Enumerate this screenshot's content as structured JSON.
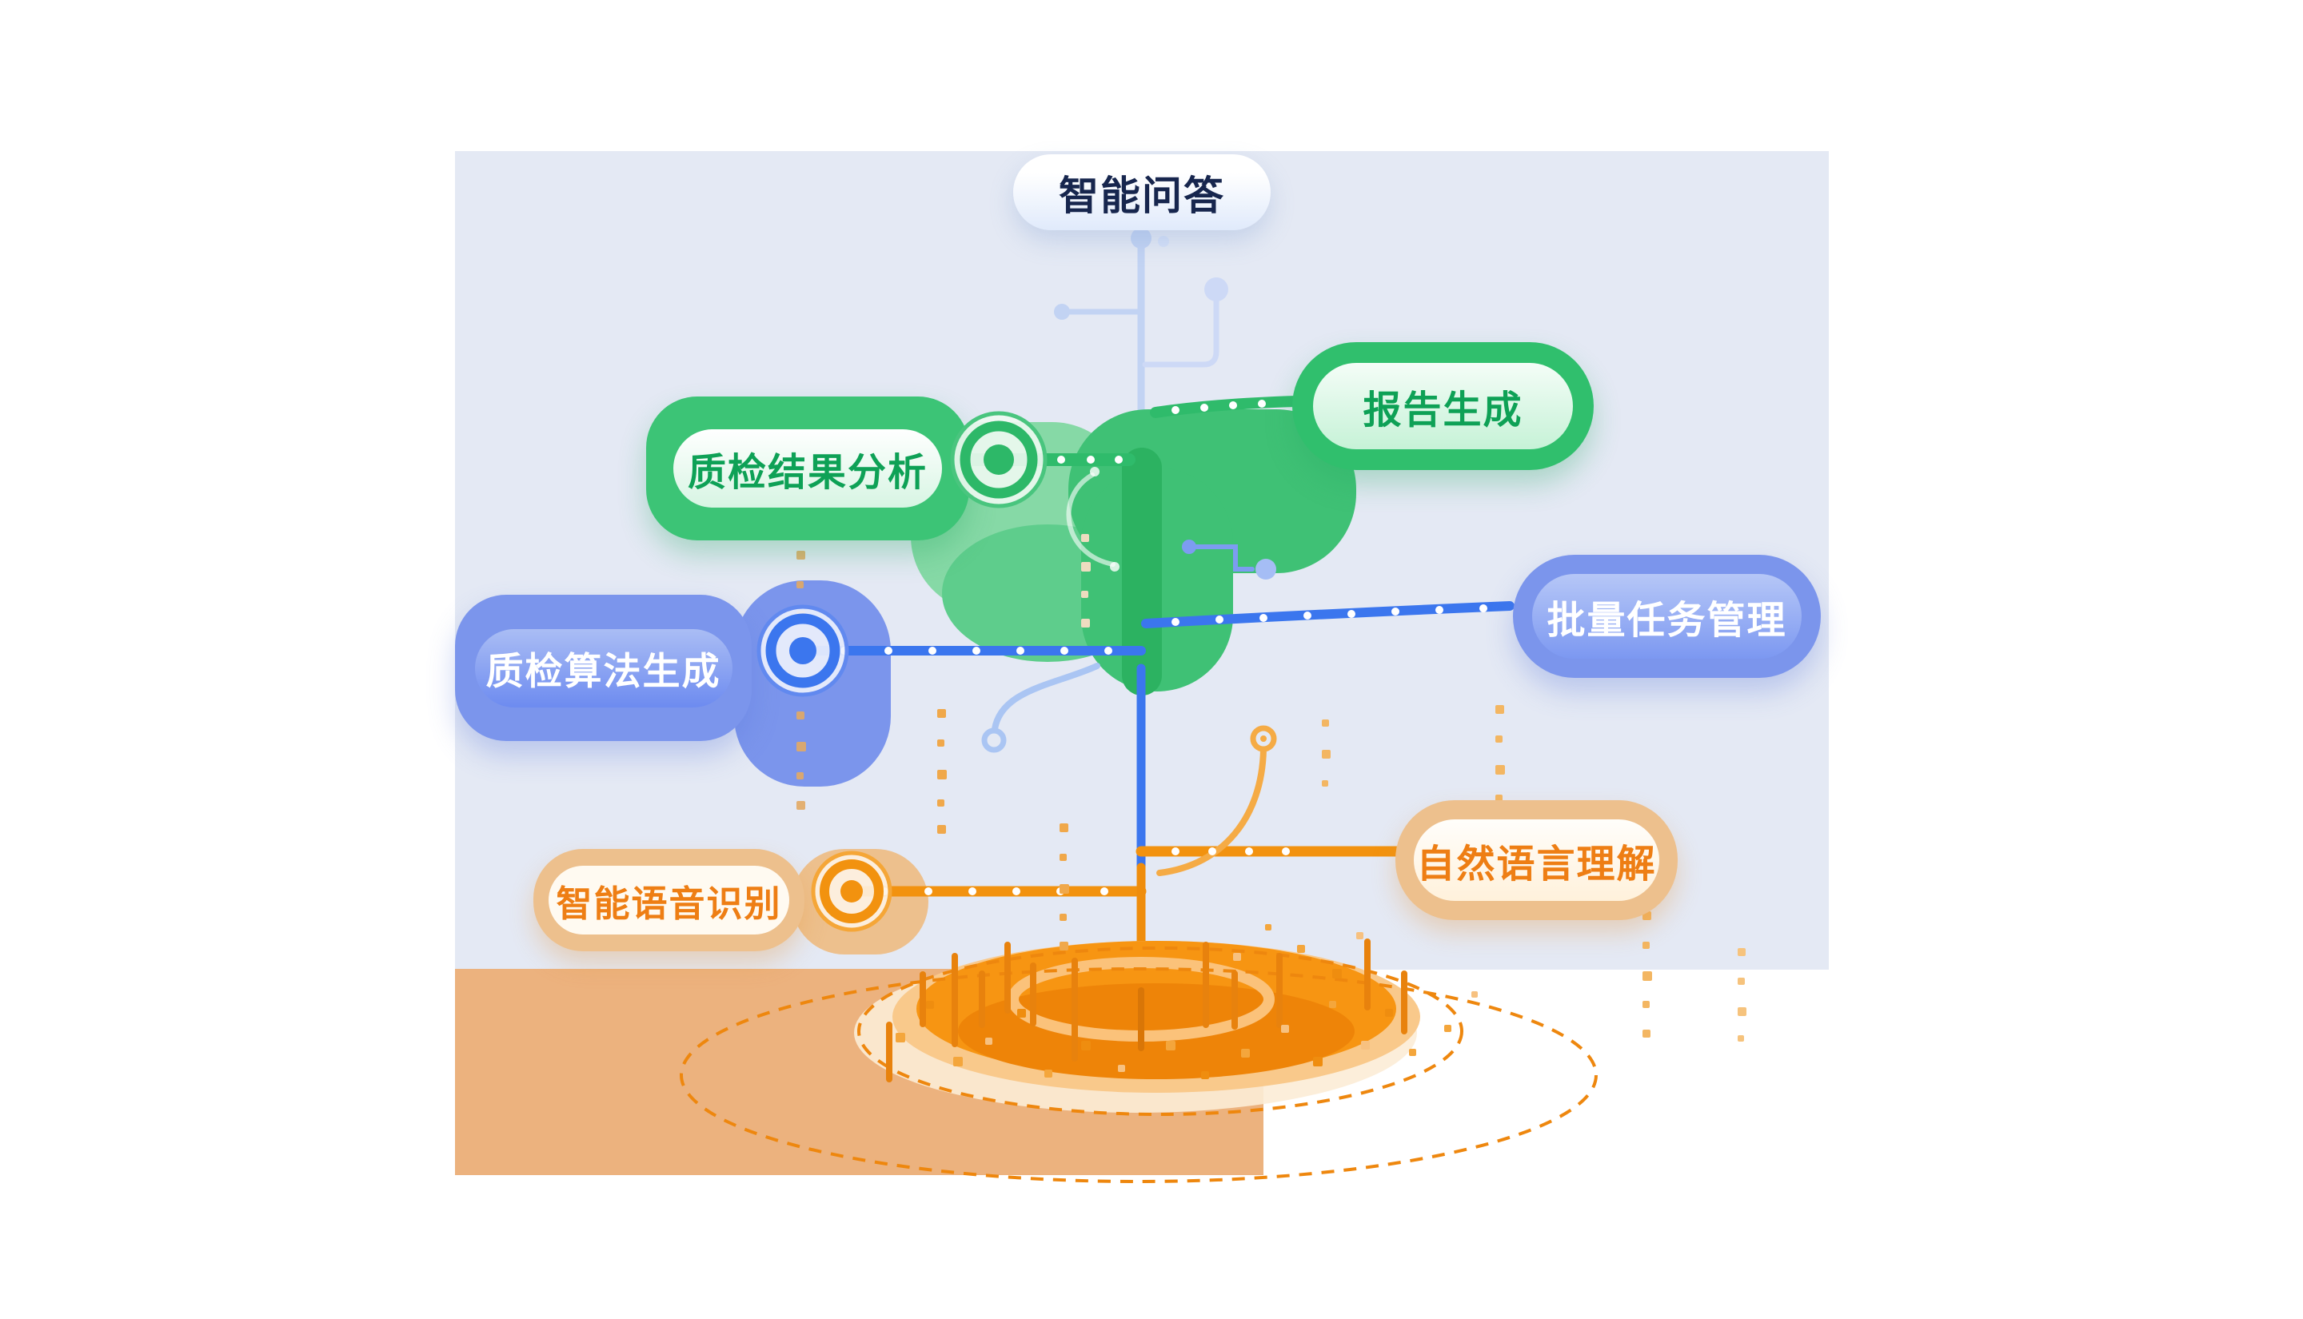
{
  "diagram": {
    "type": "capability-tree",
    "nodes": [
      {
        "id": "qa",
        "label": "智能问答",
        "color_scheme": "light-blue"
      },
      {
        "id": "report",
        "label": "报告生成",
        "color_scheme": "green"
      },
      {
        "id": "result-analysis",
        "label": "质检结果分析",
        "color_scheme": "green"
      },
      {
        "id": "batch-task",
        "label": "批量任务管理",
        "color_scheme": "blue"
      },
      {
        "id": "algorithm",
        "label": "质检算法生成",
        "color_scheme": "blue"
      },
      {
        "id": "nlu",
        "label": "自然语言理解",
        "color_scheme": "orange"
      },
      {
        "id": "asr",
        "label": "智能语音识别",
        "color_scheme": "orange"
      }
    ],
    "colors": {
      "panel_bg": "#e4e9f4",
      "ground_panel": "#ecb27e",
      "green": "#30bf6d",
      "green_light": "#86d9a6",
      "green_text": "#0ea156",
      "blue_pill": "#7b95ec",
      "blue_line": "#3b76ee",
      "orange_line": "#f2920f",
      "orange_text": "#ee7e14",
      "tan_pill": "#edc08d",
      "light_blue_circuit": "#c2d3f3",
      "qa_text": "#17264e",
      "ground_mound": "#f79512",
      "dashed_ring": "#ee870e"
    },
    "icons": {
      "node_ring_green": "concentric-ring",
      "node_ring_blue": "concentric-ring",
      "node_ring_orange": "concentric-ring"
    }
  }
}
